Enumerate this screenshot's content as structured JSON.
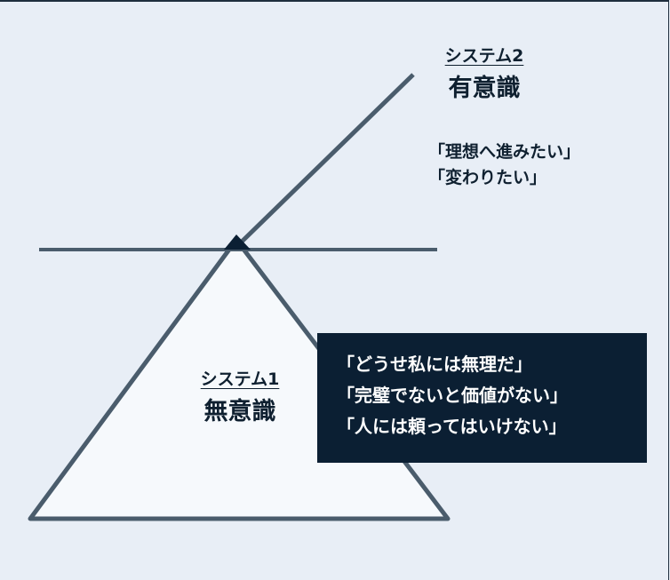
{
  "system2": {
    "label": "システム2",
    "name": "有意識"
  },
  "system1": {
    "label": "システム1",
    "name": "無意識"
  },
  "conscious_quotes": [
    "「理想へ進みたい」",
    "「変わりたい」"
  ],
  "unconscious_quotes": [
    "「どうせ私には無理だ」",
    "「完璧でないと価値がない」",
    "「人には頼ってはいけない」"
  ],
  "colors": {
    "background": "#e8eef6",
    "line": "#4a5c6c",
    "dark": "#0b1f33",
    "triangle_fill": "#f6f9fc"
  }
}
